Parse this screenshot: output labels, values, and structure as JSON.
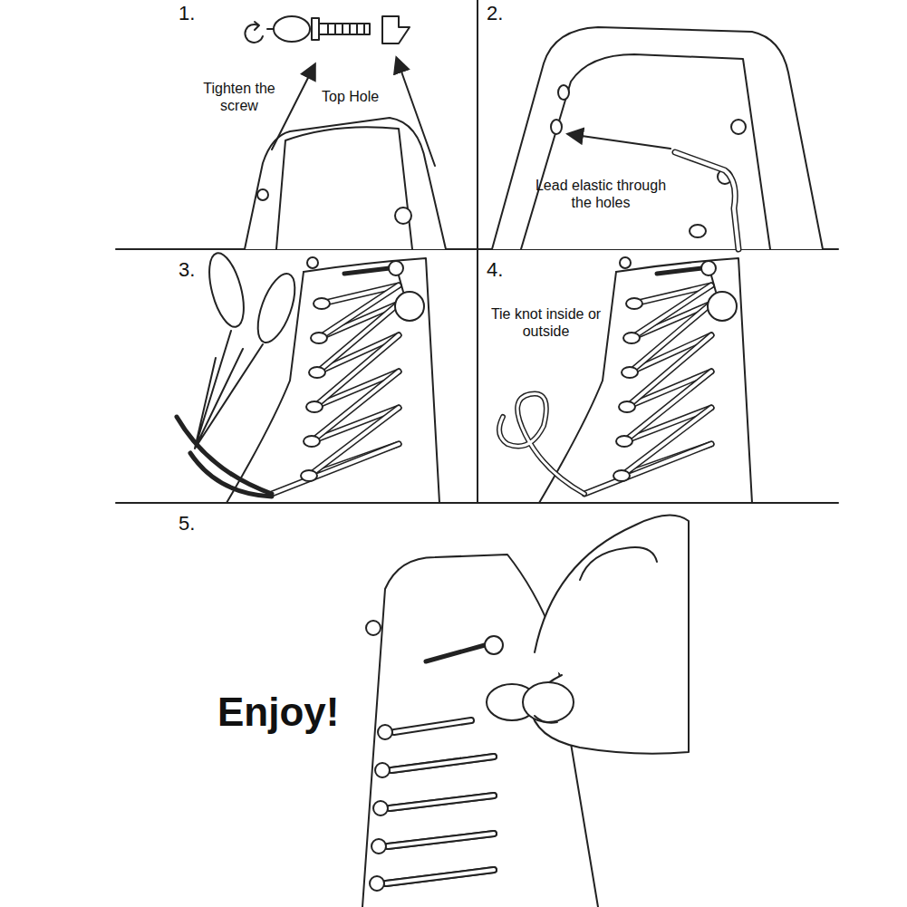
{
  "diagram": {
    "labels": [
      "1.",
      "Tighten the screw",
      "Top Hole",
      "2.",
      "Lead elastic through the holes",
      "3.",
      "4.",
      "Tie knot inside or outside",
      "5.",
      "Enjoy!"
    ]
  }
}
